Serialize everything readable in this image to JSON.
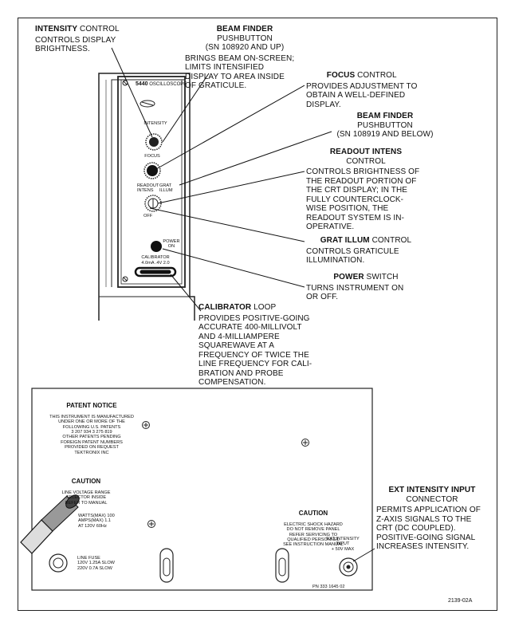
{
  "labels": {
    "intensity": {
      "title": "INTENSITY",
      "suffix": " CONTROL",
      "desc": "CONTROLS DISPLAY\nBRIGHTNESS."
    },
    "beam_finder_up": {
      "title": "BEAM FINDER",
      "subtitle": "PUSHBUTTON",
      "sn": "(SN 108920 AND UP)",
      "desc": "BRINGS BEAM ON-SCREEN;\nLIMITS INTENSIFIED\nDISPLAY TO AREA INSIDE\nOF GRATICULE."
    },
    "focus": {
      "title": "FOCUS",
      "suffix": " CONTROL",
      "desc": "PROVIDES ADJUSTMENT TO\nOBTAIN A WELL-DEFINED\nDISPLAY."
    },
    "beam_finder_below": {
      "title": "BEAM FINDER",
      "subtitle": "PUSHBUTTON",
      "sn": "(SN 108919 AND BELOW)"
    },
    "readout_intens": {
      "title": "READOUT INTENS",
      "subtitle": "CONTROL",
      "desc": "CONTROLS BRIGHTNESS OF\nTHE READOUT PORTION OF\nTHE CRT DISPLAY; IN THE\nFULLY COUNTERCLOCK-\nWISE POSITION, THE\nREADOUT SYSTEM IS IN-\nOPERATIVE."
    },
    "grat_illum": {
      "title": "GRAT ILLUM",
      "suffix": " CONTROL",
      "desc": "CONTROLS GRATICULE\nILLUMINATION."
    },
    "power": {
      "title": "POWER",
      "suffix": " SWITCH",
      "desc": "TURNS INSTRUMENT ON\nOR OFF."
    },
    "calibrator": {
      "title": "CALIBRATOR",
      "suffix": " LOOP",
      "desc": "PROVIDES POSITIVE-GOING\nACCURATE 400-MILLIVOLT\nAND 4-MILLIAMPERE\nSQUAREWAVE AT A\nFREQUENCY OF TWICE THE\nLINE FREQUENCY FOR CALI-\nBRATION AND PROBE\nCOMPENSATION."
    },
    "ext_intensity": {
      "title": "EXT INTENSITY INPUT",
      "subtitle": "CONNECTOR",
      "desc": "PERMITS APPLICATION OF\nZ-AXIS SIGNALS TO THE\nCRT (DC COUPLED).\nPOSITIVE-GOING SIGNAL\nINCREASES INTENSITY."
    }
  },
  "front_panel": {
    "model": "5440",
    "model_suffix": "OSCILLOSCOPE",
    "knob_intensity": "INTENSITY",
    "knob_focus": "FOCUS",
    "knob_readout": "READOUT\nINTENS",
    "knob_grat": "GRAT\nILLUM",
    "knob_off": "OFF",
    "power_label": "POWER\nON",
    "calibrator_label": "CALIBRATOR",
    "calibrator_values": "4.0mA   .4V   2.0"
  },
  "rear_panel": {
    "patent_title": "PATENT NOTICE",
    "patent_text": "THIS INSTRUMENT IS MANUFACTURED\nUNDER ONE OR MORE OF THE\nFOLLOWING U.S. PATENTS\n3 207 934        3 275 819\nOTHER PATENTS PENDING\nFOREIGN PATENT NUMBERS\nPROVIDED ON REQUEST\nTEKTRONIX INC",
    "caution1_title": "CAUTION",
    "caution1_text": "LINE VOLTAGE RANGE\nSELECTOR INSIDE\nREFER TO MANUAL",
    "watts_text": "WATTS(MAX) 100\nAMPS(MAX) 1.1\nAT 120V 60Hz",
    "fuse_text": "LINE FUSE\n120V 1.25A SLOW\n220V 0.7A SLOW",
    "caution2_title": "CAUTION",
    "caution2_text": "ELECTRIC SHOCK HAZARD\nDO NOT REMOVE PANEL\nREFER SERVICING TO\nQUALIFIED PERSONNEL\nSEE INSTRUCTION MANUAL",
    "ext_text": "EXT INTENSITY\nINPUT\n+ 50V MAX",
    "part_number": "PN 333 1645 02"
  },
  "figure_ref": "2139-02A"
}
